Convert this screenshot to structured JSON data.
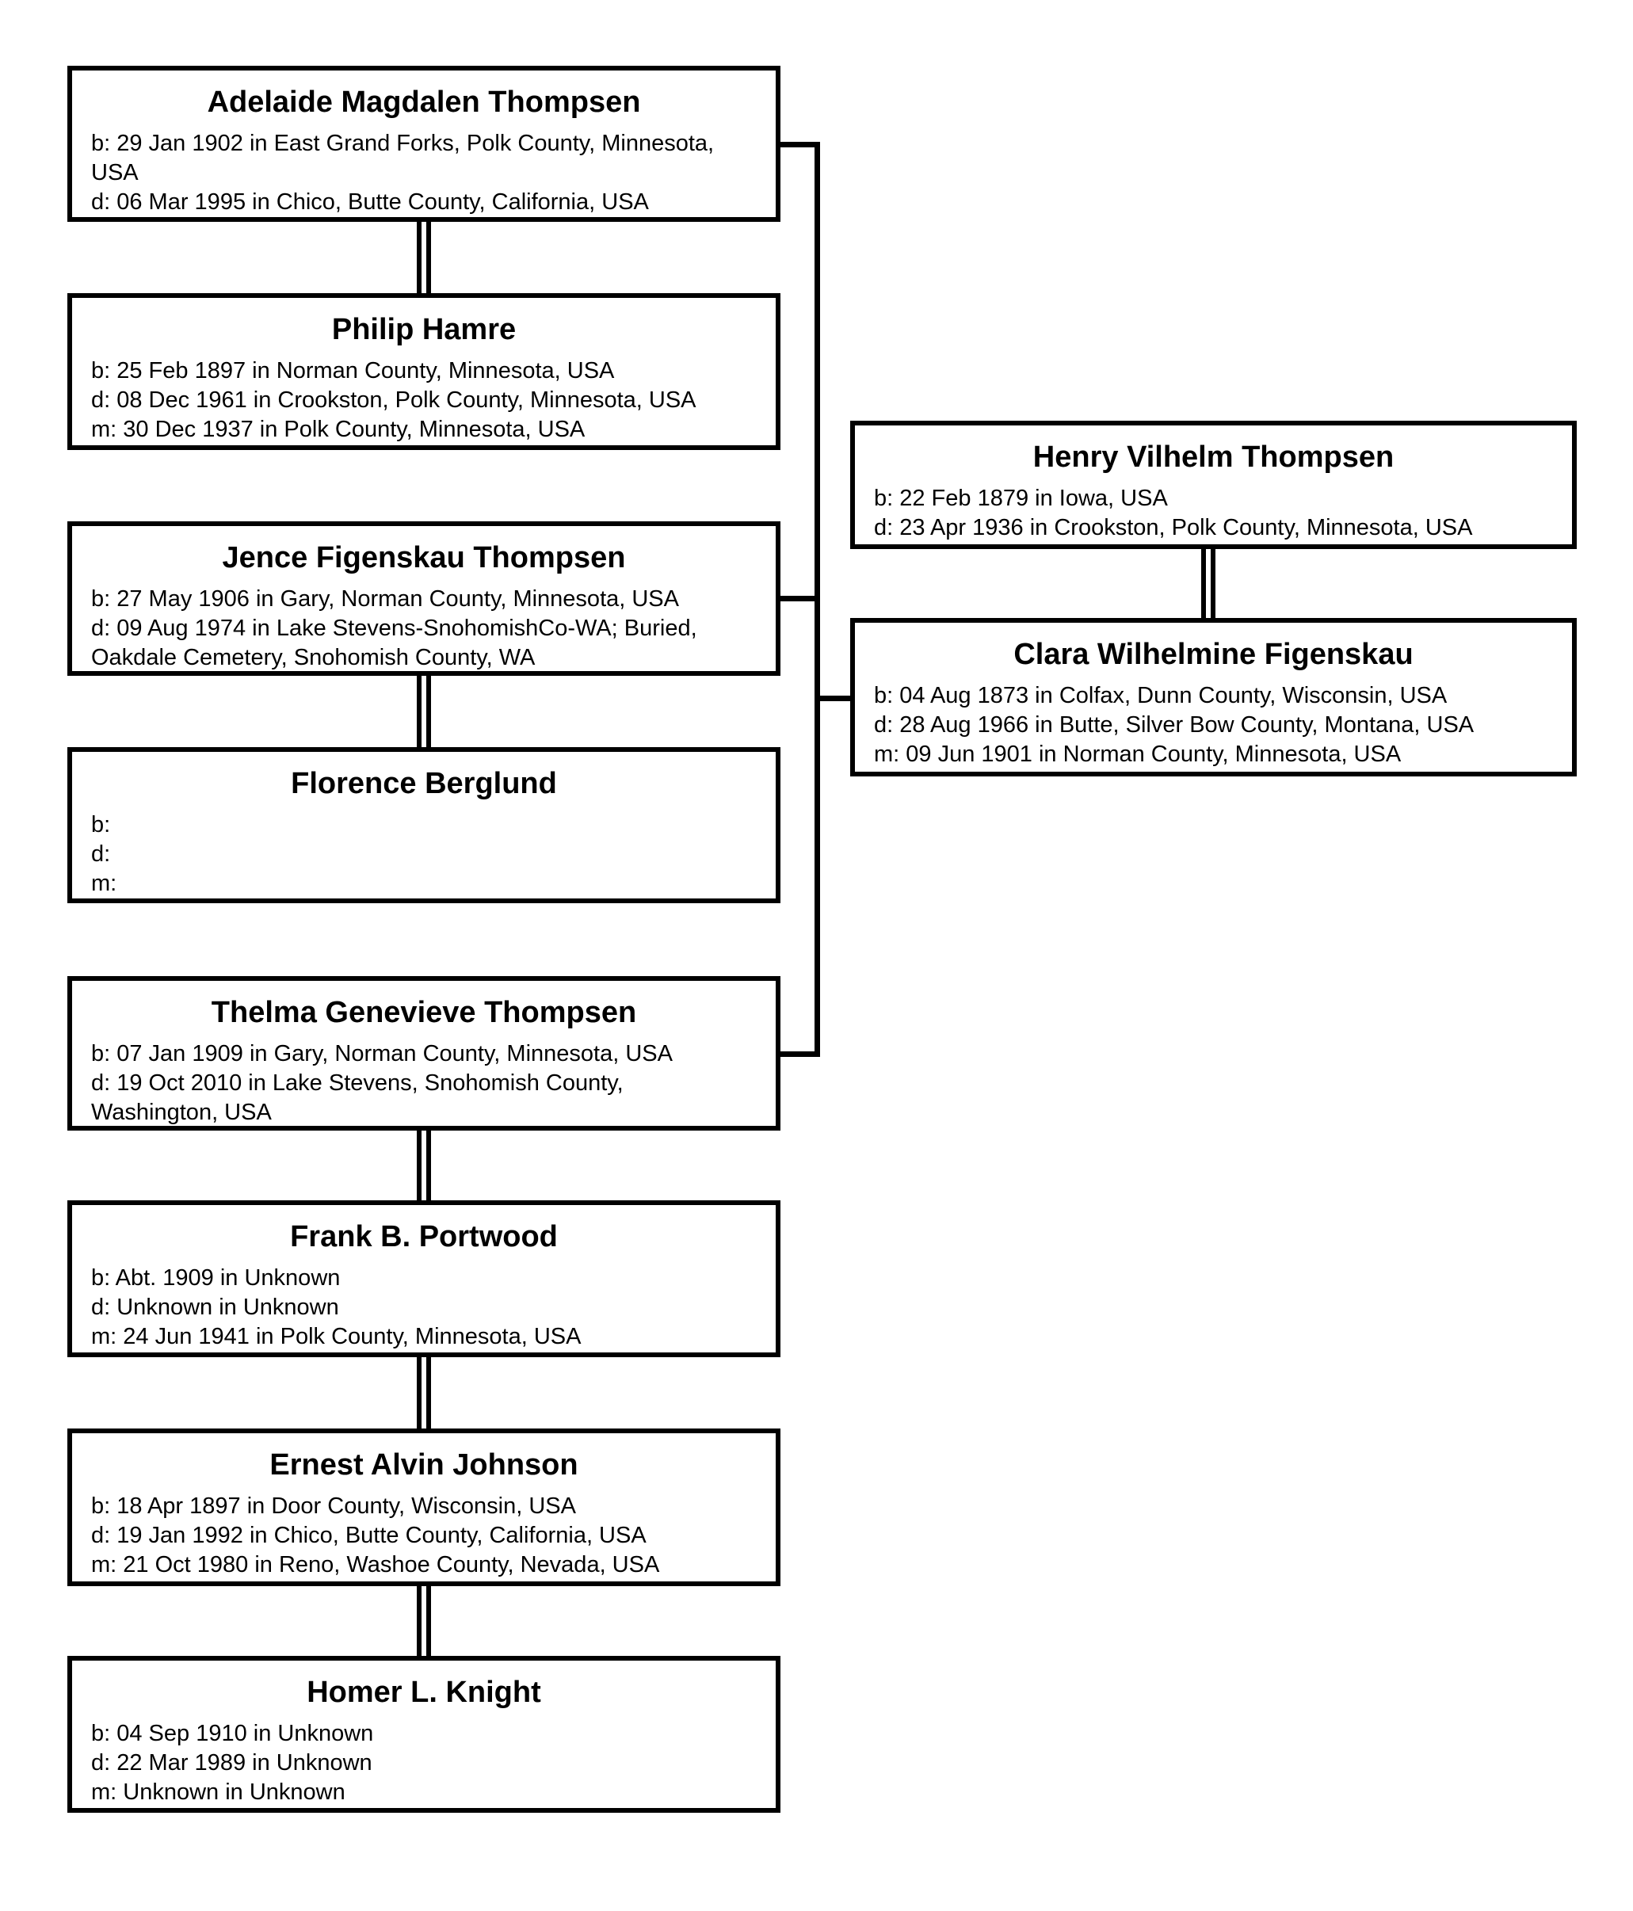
{
  "diagram": {
    "type": "family-tree-pedigree",
    "background_color": "#ffffff",
    "line_color": "#000000",
    "people": [
      {
        "name": "Adelaide Magdalen Thompsen",
        "lines": [
          "b: 29 Jan 1902 in East Grand Forks, Polk County, Minnesota,\nUSA",
          "d: 06 Mar 1995 in Chico, Butte County, California, USA"
        ]
      },
      {
        "name": "Philip Hamre",
        "lines": [
          "b: 25 Feb 1897 in Norman County, Minnesota, USA",
          "d: 08 Dec 1961 in Crookston, Polk County, Minnesota, USA",
          "m: 30 Dec 1937 in Polk County, Minnesota, USA"
        ]
      },
      {
        "name": "Henry Vilhelm Thompsen",
        "lines": [
          "b: 22 Feb 1879 in Iowa, USA",
          "d: 23 Apr 1936 in Crookston, Polk County, Minnesota, USA"
        ]
      },
      {
        "name": "Jence Figenskau Thompsen",
        "lines": [
          "b: 27 May 1906 in Gary, Norman County, Minnesota, USA",
          "d: 09 Aug 1974 in Lake Stevens-SnohomishCo-WA; Buried,\nOakdale Cemetery, Snohomish County, WA"
        ]
      },
      {
        "name": "Clara Wilhelmine Figenskau",
        "lines": [
          "b: 04 Aug 1873 in Colfax, Dunn County, Wisconsin, USA",
          "d: 28 Aug 1966 in Butte, Silver Bow County, Montana, USA",
          "m: 09 Jun 1901 in Norman County, Minnesota, USA"
        ]
      },
      {
        "name": "Florence Berglund",
        "lines": [
          "b:",
          "d:",
          "m:"
        ]
      },
      {
        "name": "Thelma Genevieve Thompsen",
        "lines": [
          "b: 07 Jan 1909 in Gary, Norman County, Minnesota, USA",
          "d: 19 Oct 2010 in Lake Stevens, Snohomish County,\nWashington, USA"
        ]
      },
      {
        "name": "Frank B. Portwood",
        "lines": [
          "b: Abt. 1909 in Unknown",
          "d: Unknown in Unknown",
          "m: 24 Jun 1941 in Polk County, Minnesota, USA"
        ]
      },
      {
        "name": "Ernest Alvin Johnson",
        "lines": [
          "b: 18 Apr 1897 in Door County, Wisconsin, USA",
          "d: 19 Jan 1992 in Chico, Butte County, California, USA",
          "m: 21 Oct 1980 in Reno, Washoe County, Nevada, USA"
        ]
      },
      {
        "name": "Homer L. Knight",
        "lines": [
          "b: 04 Sep 1910 in Unknown",
          "d: 22 Mar 1989 in Unknown",
          "m: Unknown in Unknown"
        ]
      }
    ]
  }
}
